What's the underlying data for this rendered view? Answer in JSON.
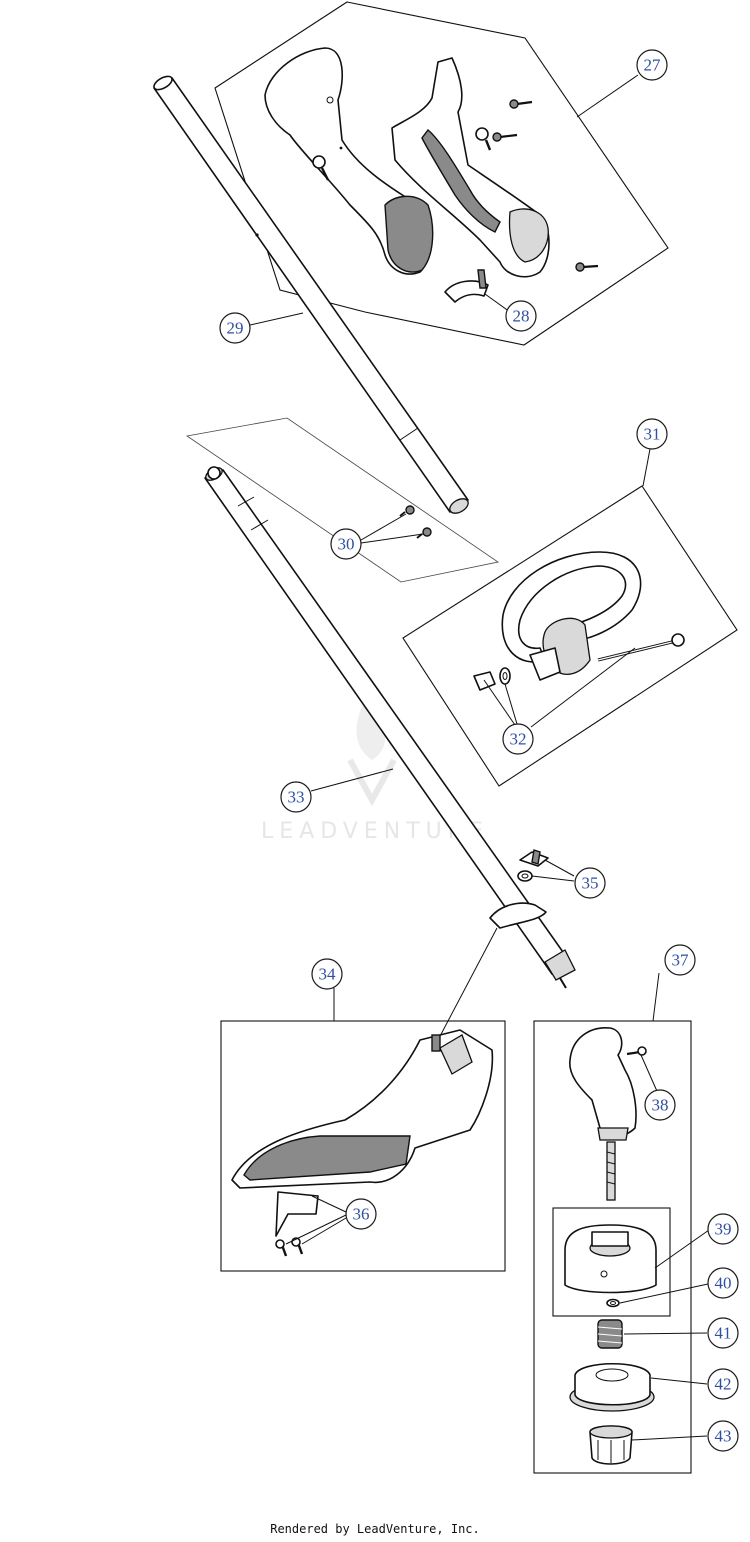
{
  "callouts": [
    {
      "label": "27"
    },
    {
      "label": "28"
    },
    {
      "label": "29"
    },
    {
      "label": "30"
    },
    {
      "label": "31"
    },
    {
      "label": "32"
    },
    {
      "label": "33"
    },
    {
      "label": "34"
    },
    {
      "label": "35"
    },
    {
      "label": "36"
    },
    {
      "label": "37"
    },
    {
      "label": "38"
    },
    {
      "label": "39"
    },
    {
      "label": "40"
    },
    {
      "label": "41"
    },
    {
      "label": "42"
    },
    {
      "label": "43"
    }
  ],
  "watermark": "LEADVENTURE",
  "footer": "Rendered by LeadVenture, Inc."
}
